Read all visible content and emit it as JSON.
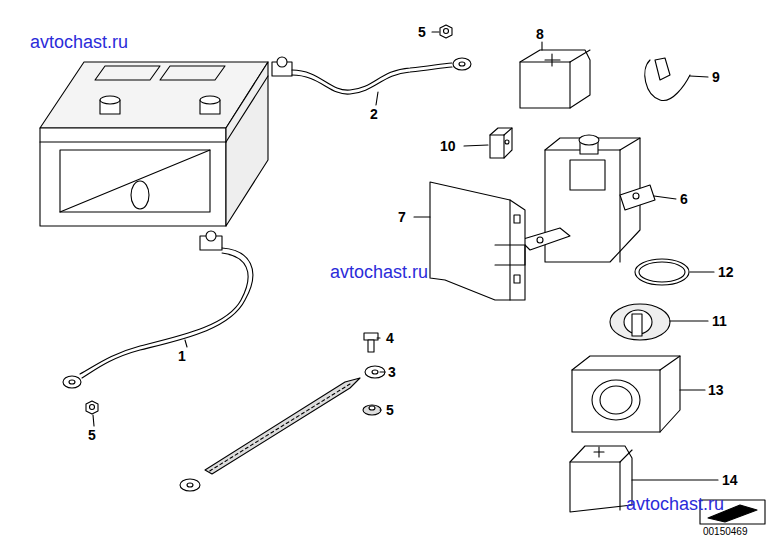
{
  "diagram": {
    "labels": [
      "avtochast.ru",
      "5",
      "8",
      "9",
      "2",
      "10",
      "6",
      "7",
      "avtochast.ru",
      "12",
      "11",
      "1",
      "4",
      "3",
      "5",
      "5",
      "13",
      "14",
      "avtochast.ru",
      "00150469"
    ]
  }
}
